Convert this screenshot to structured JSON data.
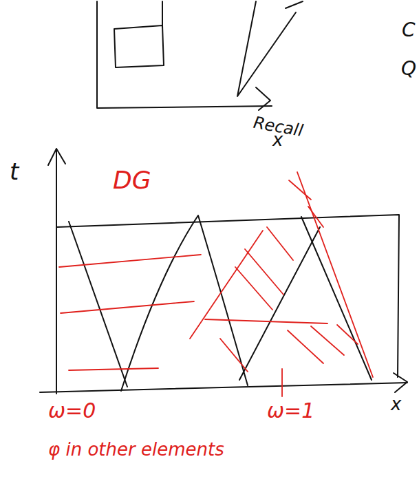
{
  "diagram": {
    "labels": [
      "Recall",
      "x",
      "DG",
      "t",
      "x",
      "ω=0",
      "ω=1",
      "φ in other elements",
      "C",
      "Q"
    ]
  }
}
